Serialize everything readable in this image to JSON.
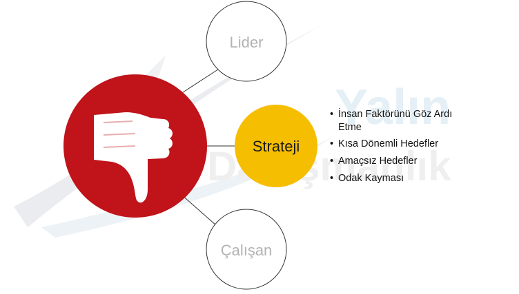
{
  "nodes": {
    "top": "Lider",
    "center": "Strateji",
    "bottom": "Çalışan"
  },
  "hub": {
    "icon": "thumbs-down-icon",
    "color": "#c0131a"
  },
  "center_color": "#f6be00",
  "watermark": {
    "line1": "Yalın",
    "line2": "Danışmanlık"
  },
  "bullets": [
    "İnsan Faktörünü Göz Ardı Etme",
    "Kısa Dönemli Hedefler",
    "Amaçsız Hedefler",
    "Odak Kayması"
  ]
}
